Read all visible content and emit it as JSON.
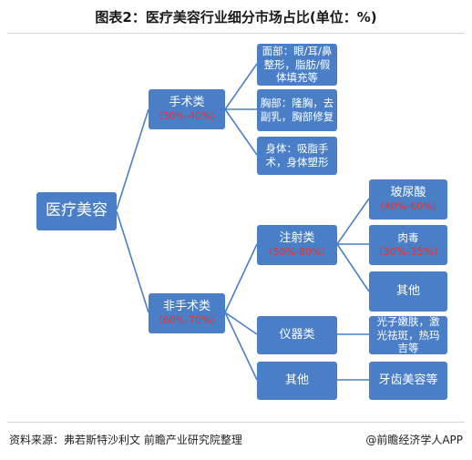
{
  "title": "图表2：医疗美容行业细分市场占比(单位：%)",
  "root": {
    "label": "医疗美容"
  },
  "surgical": {
    "label": "手术类",
    "percent": "（30%-40%）",
    "items": [
      {
        "label": "面部：眼/耳/鼻整形，脂肪/假体填充等"
      },
      {
        "label": "胸部：隆胸，去副乳，胸部修复"
      },
      {
        "label": "身体：吸脂手术，身体塑形"
      }
    ]
  },
  "nonsurgical": {
    "label": "非手术类",
    "percent": "（60%-70%）",
    "injection": {
      "label": "注射类",
      "percent": "（50%-80%）",
      "items": [
        {
          "label": "玻尿酸",
          "percent": "（40%-60%）"
        },
        {
          "label": "肉毒",
          "percent": "（30%-35%）"
        },
        {
          "label": "其他"
        }
      ]
    },
    "device": {
      "label": "仪器类",
      "item": "光子嫩肤，激光祛斑，热玛吉等"
    },
    "other": {
      "label": "其他",
      "item": "牙齿美容等"
    }
  },
  "footer": {
    "source": "资料来源：弗若斯特沙利文 前瞻产业研究院整理",
    "logo": "@前瞻经济学人APP"
  },
  "colors": {
    "node": "#4a7fc8",
    "line": "#4a7fc8",
    "percent": "#e8322c"
  }
}
